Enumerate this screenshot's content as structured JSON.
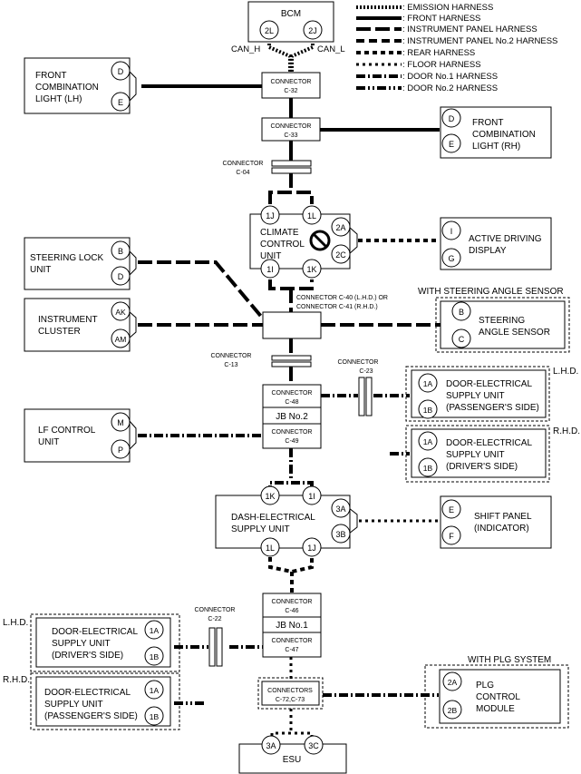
{
  "legend": [
    {
      "id": "emission",
      "label": ": EMISSION HARNESS"
    },
    {
      "id": "front",
      "label": ": FRONT HARNESS"
    },
    {
      "id": "ip",
      "label": ": INSTRUMENT PANEL HARNESS"
    },
    {
      "id": "ip2",
      "label": ": INSTRUMENT PANEL No.2 HARNESS"
    },
    {
      "id": "rear",
      "label": ": REAR HARNESS"
    },
    {
      "id": "floor",
      "label": ": FLOOR HARNESS"
    },
    {
      "id": "door1",
      "label": ": DOOR No.1 HARNESS"
    },
    {
      "id": "door2",
      "label": ": DOOR No.2 HARNESS"
    }
  ],
  "bcm": {
    "name": "BCM",
    "pin_left": "2L",
    "pin_right": "2J",
    "can_h": "CAN_H",
    "can_l": "CAN_L"
  },
  "c32": {
    "line1": "CONNECTOR",
    "line2": "C-32"
  },
  "c33": {
    "line1": "CONNECTOR",
    "line2": "C-33"
  },
  "c04": {
    "line1": "CONNECTOR",
    "line2": "C-04"
  },
  "front_lh": {
    "line1": "FRONT",
    "line2": "COMBINATION",
    "line3": "LIGHT (LH)",
    "pin1": "D",
    "pin2": "E"
  },
  "front_rh": {
    "line1": "FRONT",
    "line2": "COMBINATION",
    "line3": "LIGHT (RH)",
    "pin1": "D",
    "pin2": "E"
  },
  "climate": {
    "line1": "CLIMATE",
    "line2": "CONTROL",
    "line3": "UNIT",
    "pins": [
      "1J",
      "1L",
      "2A",
      "2C",
      "1I",
      "1K"
    ]
  },
  "active_display": {
    "line1": "ACTIVE DRIVING",
    "line2": "DISPLAY",
    "pin1": "I",
    "pin2": "G"
  },
  "steering_lock": {
    "line1": "STEERING LOCK",
    "line2": "UNIT",
    "pin1": "B",
    "pin2": "D"
  },
  "c40": {
    "line1": "CONNECTOR C-40 (L.H.D.) OR",
    "line2": "CONNECTOR C-41 (R.H.D.)"
  },
  "steering_angle": {
    "group": "WITH STEERING ANGLE SENSOR",
    "line1": "STEERING",
    "line2": "ANGLE SENSOR",
    "pin1": "B",
    "pin2": "C"
  },
  "instrument_cluster": {
    "line1": "INSTRUMENT",
    "line2": "CLUSTER",
    "pin1": "AK",
    "pin2": "AM"
  },
  "c13": {
    "line1": "CONNECTOR",
    "line2": "C-13"
  },
  "c23": {
    "line1": "CONNECTOR",
    "line2": "C-23"
  },
  "jb2": {
    "c48_1": "CONNECTOR",
    "c48_2": "C-48",
    "name": "JB No.2",
    "c49_1": "CONNECTOR",
    "c49_2": "C-49"
  },
  "lhd_label": "L.H.D.",
  "rhd_label": "R.H.D.",
  "door_pass_top": {
    "line1": "DOOR-ELECTRICAL",
    "line2": "SUPPLY UNIT",
    "line3": "(PASSENGER'S SIDE)",
    "pin1": "1A",
    "pin2": "1B"
  },
  "door_drv_top": {
    "line1": "DOOR-ELECTRICAL",
    "line2": "SUPPLY UNIT",
    "line3": "(DRIVER'S SIDE)",
    "pin1": "1A",
    "pin2": "1B"
  },
  "lf_control": {
    "line1": "LF CONTROL",
    "line2": "UNIT",
    "pin1": "M",
    "pin2": "P"
  },
  "dash": {
    "line1": "DASH-ELECTRICAL",
    "line2": "SUPPLY UNIT",
    "pins": [
      "1K",
      "1I",
      "3A",
      "3B",
      "1L",
      "1J"
    ]
  },
  "shift_panel": {
    "line1": "SHIFT PANEL",
    "line2": "(INDICATOR)",
    "pin1": "E",
    "pin2": "F"
  },
  "jb1": {
    "c46_1": "CONNECTOR",
    "c46_2": "C-46",
    "name": "JB No.1",
    "c47_1": "CONNECTOR",
    "c47_2": "C-47"
  },
  "c22": {
    "line1": "CONNECTOR",
    "line2": "C-22"
  },
  "door_drv_bottom": {
    "line1": "DOOR-ELECTRICAL",
    "line2": "SUPPLY UNIT",
    "line3": "(DRIVER'S SIDE)",
    "pin1": "1A",
    "pin2": "1B"
  },
  "door_pass_bottom": {
    "line1": "DOOR-ELECTRICAL",
    "line2": "SUPPLY UNIT",
    "line3": "(PASSENGER'S SIDE)",
    "pin1": "1A",
    "pin2": "1B"
  },
  "plg": {
    "group": "WITH PLG SYSTEM",
    "line1": "PLG",
    "line2": "CONTROL",
    "line3": "MODULE",
    "pin1": "2A",
    "pin2": "2B"
  },
  "c72": {
    "line1": "CONNECTORS",
    "line2": "C-72,C-73"
  },
  "esu": {
    "name": "ESU",
    "pin1": "3A",
    "pin2": "3C"
  }
}
